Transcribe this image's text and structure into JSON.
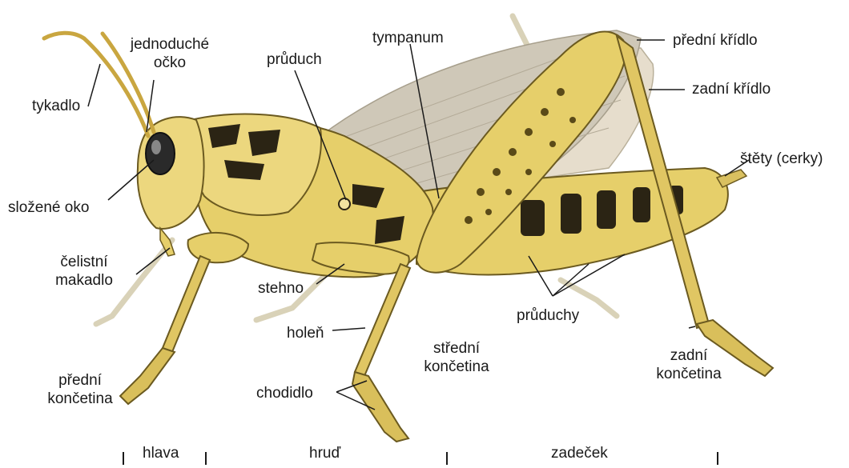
{
  "labels": {
    "tykadlo": "tykadlo",
    "jednoduche_ocko": [
      "jednoduché",
      "očko"
    ],
    "pruduch": "průduch",
    "tympanum": "tympanum",
    "predni_kridlo": "přední křídlo",
    "zadni_kridlo": "zadní křídlo",
    "stety": "štěty (cerky)",
    "slozene_oko": "složené oko",
    "celistni_makadlo": [
      "čelistní",
      "makadlo"
    ],
    "stehno": "stehno",
    "holen": "holeň",
    "pruduchy": "průduchy",
    "stredni_koncetina": [
      "střední",
      "končetina"
    ],
    "zadni_koncetina": [
      "zadní",
      "končetina"
    ],
    "predni_koncetina": [
      "přední",
      "končetina"
    ],
    "chodidlo": "chodidlo"
  },
  "sections": {
    "hlava": "hlava",
    "hrud": "hruď",
    "zadecek": "zadeček"
  },
  "colors": {
    "body": "#e6cf6a",
    "body_light": "#f2e3a0",
    "stripes": "#2b2414",
    "wing": "#cfc8b8",
    "wing_hind": "#e6ddcc",
    "line": "#1a1a1a"
  }
}
